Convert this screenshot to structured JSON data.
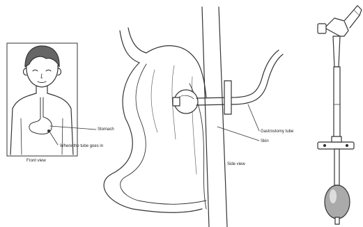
{
  "labels": {
    "front_view": "Front view",
    "stomach": "Stomach",
    "where_tube_goes_in": "Where the tube goes in",
    "side_view": "Side view",
    "gastrostomy_tube": "Gastrostomy tube",
    "skin": "Skin"
  },
  "colors": {
    "line": "#333333",
    "fill": "#ffffff"
  }
}
